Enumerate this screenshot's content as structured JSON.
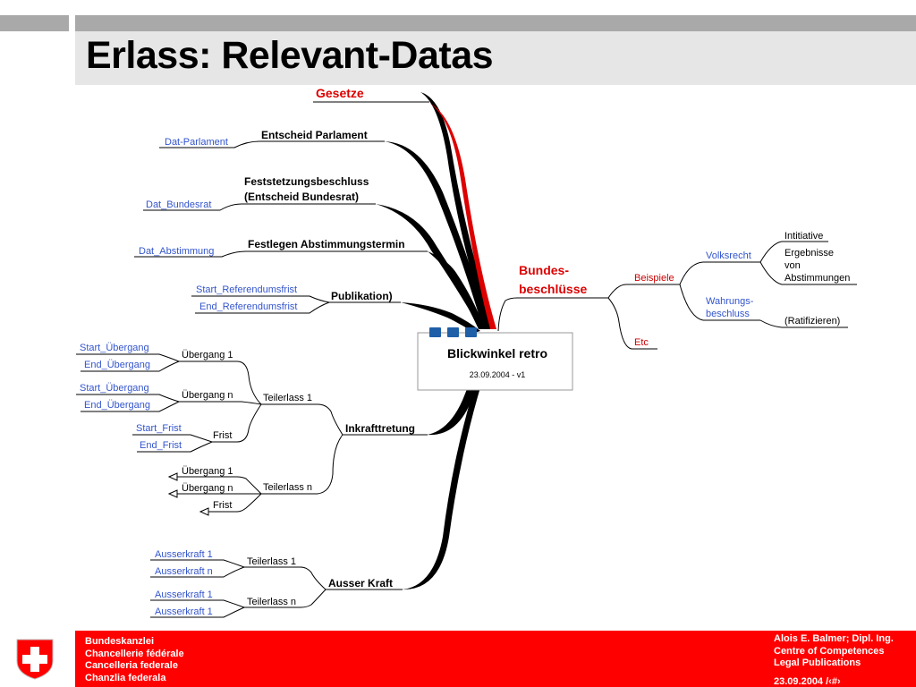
{
  "slide": {
    "title": "Erlass: Relevant-Datas"
  },
  "center": {
    "title": "Blickwinkel retro",
    "subtitle": "23.09.2004 - v1"
  },
  "nodes": {
    "gesetze": "Gesetze",
    "entscheid_parlament": "Entscheid Parlament",
    "dat_parlament": "Dat-Parlament",
    "feststetzungsbeschluss_1": "Feststetzungsbeschluss",
    "feststetzungsbeschluss_2": "(Entscheid Bundesrat)",
    "dat_bundesrat": "Dat_Bundesrat",
    "festlegen": "Festlegen Abstimmungstermin",
    "dat_abstimmung": "Dat_Abstimmung",
    "publikation": "Publikation)",
    "start_ref": "Start_Referendumsfrist",
    "end_ref": "End_Referendumsfrist",
    "inkrafttretung": "Inkrafttretung",
    "teilerlass1": "Teilerlass 1",
    "teilerlassn": "Teilerlass n",
    "uebergang1": "Übergang 1",
    "uebergangn": "Übergang n",
    "frist": "Frist",
    "start_uebergang": "Start_Übergang",
    "end_uebergang": "End_Übergang",
    "start_frist": "Start_Frist",
    "end_frist": "End_Frist",
    "ausser_kraft": "Ausser Kraft",
    "ausserkraft1": "Ausserkraft 1",
    "ausserkraftn": "Ausserkraft n",
    "bundes_1": "Bundes-",
    "bundes_2": "beschlüsse",
    "beispiele": "Beispiele",
    "etc": "Etc",
    "volksrecht": "Volksrecht",
    "wahrungs_1": "Wahrungs-",
    "wahrungs_2": "beschluss",
    "initiative": "Intitiative",
    "ergebnisse_1": "Ergebnisse",
    "ergebnisse_2": "von",
    "ergebnisse_3": "Abstimmungen",
    "ratifizieren": "(Ratifizieren)"
  },
  "footer": {
    "left": [
      "Bundeskanzlei",
      "Chancellerie fédérale",
      "Cancelleria federale",
      "Chanzlia federala"
    ],
    "right": [
      "Alois E. Balmer; Dipl. Ing.",
      "Centre of Competences",
      "Legal Publications"
    ],
    "date": "23.09.2004 /‹#›"
  },
  "colors": {
    "accent_red": "#ff0000",
    "link_blue": "#3355cc",
    "dark_red": "#cc0000",
    "title_band": "#e6e6e6",
    "bar_gray": "#a9a9a9"
  }
}
